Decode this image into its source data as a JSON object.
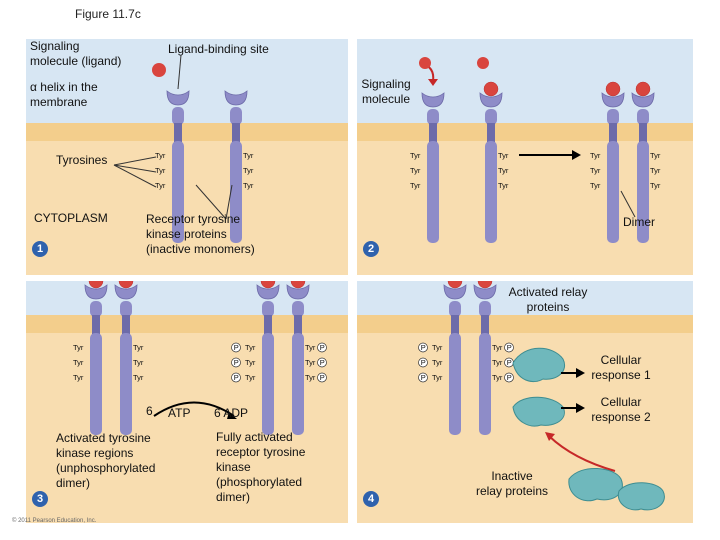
{
  "figure_title": "Figure 11.7c",
  "copyright": "© 2011 Pearson Education, Inc.",
  "tyr": "Tyr",
  "p": "P",
  "panel1": {
    "step": "1",
    "signaling_molecule_ligand": [
      "Signaling",
      "molecule (ligand)"
    ],
    "alpha_helix": [
      "α helix in the",
      "membrane"
    ],
    "ligand_binding_site": "Ligand-binding site",
    "tyrosines": "Tyrosines",
    "cytoplasm": "CYTOPLASM",
    "receptor": [
      "Receptor tyrosine",
      "kinase proteins",
      "(inactive monomers)"
    ]
  },
  "panel2": {
    "step": "2",
    "signaling_molecule": [
      "Signaling",
      "molecule"
    ],
    "dimer": "Dimer"
  },
  "panel3": {
    "step": "3",
    "six": "6",
    "atp": "ATP",
    "adp": "6 ADP",
    "activated_regions": [
      "Activated tyrosine",
      "kinase regions",
      "(unphosphorylated",
      "dimer)"
    ],
    "fully_activated": [
      "Fully activated",
      "receptor tyrosine",
      "kinase",
      "(phosphorylated",
      "dimer)"
    ]
  },
  "panel4": {
    "step": "4",
    "activated_relay": [
      "Activated relay",
      "proteins"
    ],
    "cellular_response_1": [
      "Cellular",
      "response 1"
    ],
    "cellular_response_2": [
      "Cellular",
      "response 2"
    ],
    "inactive_relay": [
      "Inactive",
      "relay proteins"
    ]
  },
  "colors": {
    "extracellular": "#d7e6f3",
    "membrane": "#f3ce8c",
    "cytoplasm": "#f8ddb0",
    "receptor": "#8e8cc8",
    "ligand": "#d9453e",
    "relay": "#6fb8bc",
    "arrow_red": "#c62828",
    "step_badge": "#2f62ad"
  }
}
